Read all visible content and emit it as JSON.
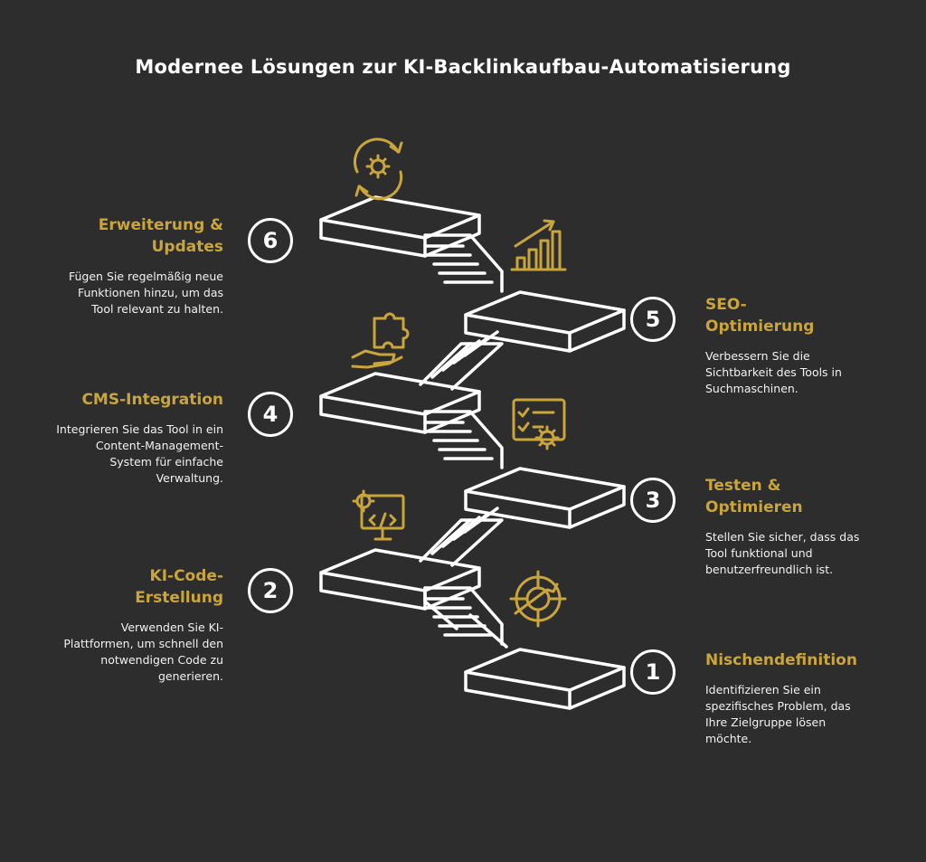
{
  "title": "Modernee Lösungen zur KI-Backlinkaufbau-Automatisierung",
  "colors": {
    "background": "#2d2d2d",
    "accent": "#c9a53c",
    "line": "#ffffff"
  },
  "steps": [
    {
      "number": "1",
      "title": "Nischendefinition",
      "description": "Identifizieren Sie ein spezifisches Problem, das Ihre Zielgruppe lösen möchte.",
      "icon": "target-icon"
    },
    {
      "number": "2",
      "title": "KI-Code-Erstellung",
      "description": "Verwenden Sie KI-Plattformen, um schnell den notwendigen Code zu generieren.",
      "icon": "code-monitor-icon"
    },
    {
      "number": "3",
      "title": "Testen & Optimieren",
      "description": "Stellen Sie sicher, dass das Tool funktional und benutzerfreundlich ist.",
      "icon": "checklist-gear-icon"
    },
    {
      "number": "4",
      "title": "CMS-Integration",
      "description": "Integrieren Sie das Tool in ein Content-Management-System für einfache Verwaltung.",
      "icon": "puzzle-hand-icon"
    },
    {
      "number": "5",
      "title": "SEO-Optimierung",
      "description": "Verbessern Sie die Sichtbarkeit des Tools in Suchmaschinen.",
      "icon": "growth-chart-icon"
    },
    {
      "number": "6",
      "title": "Erweiterung & Updates",
      "description": "Fügen Sie regelmäßig neue Funktionen hinzu, um das Tool relevant zu halten.",
      "icon": "gear-refresh-icon"
    }
  ]
}
